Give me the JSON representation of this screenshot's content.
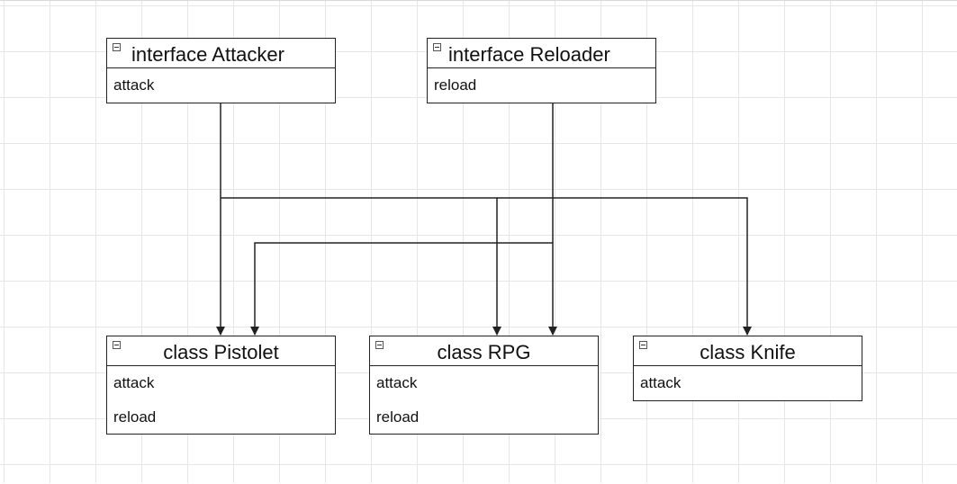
{
  "diagram": {
    "accent": "#222222",
    "grid_color": "#e6e6e6",
    "interfaces": [
      {
        "title": "interface Attacker",
        "members": [
          "attack"
        ]
      },
      {
        "title": "interface Reloader",
        "members": [
          "reload"
        ]
      }
    ],
    "classes": [
      {
        "title": "class Pistolet",
        "members": [
          "attack",
          "reload"
        ]
      },
      {
        "title": "class RPG",
        "members": [
          "attack",
          "reload"
        ]
      },
      {
        "title": "class Knife",
        "members": [
          "attack"
        ]
      }
    ]
  }
}
